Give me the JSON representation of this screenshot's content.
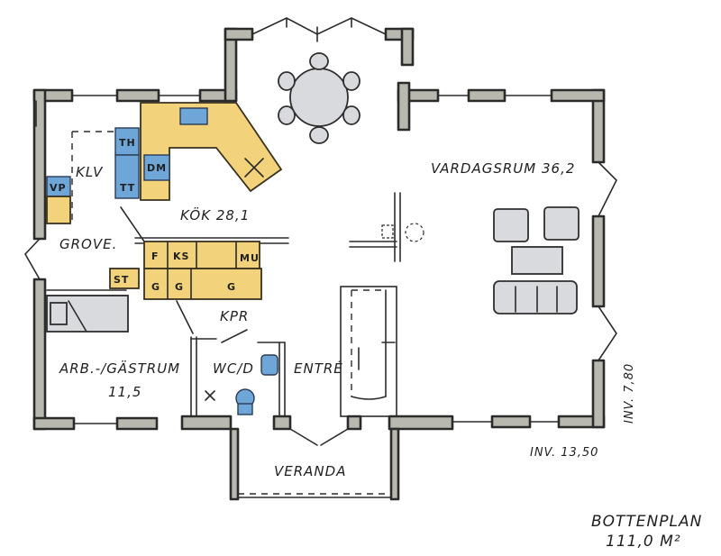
{
  "rooms": {
    "vardagsrum": "VARDAGSRUM 36,2",
    "kok": "KÖK 28,1",
    "arbgast_line1": "ARB.-/GÄSTRUM",
    "arbgast_line2": "11,5",
    "grovent": "GROVE.",
    "klv": "KLV",
    "wcd": "WC/D",
    "entre": "ENTRÉ",
    "veranda": "VERANDA",
    "kpr": "KPR"
  },
  "fixtures": {
    "th": "TH",
    "dm": "DM",
    "tt": "TT",
    "vp": "VP",
    "g": "G",
    "f": "F",
    "ks": "KS",
    "mu": "MU",
    "st": "ST"
  },
  "dimensions": {
    "width": "INV. 13,50",
    "depth": "INV. 7,80"
  },
  "title": {
    "line1": "BOTTENPLAN",
    "line2": "111,0 M²"
  },
  "colors": {
    "wall": "#b8b8ae",
    "cabinet": "#f2d27a",
    "appliance": "#6fa6d8",
    "furniture": "#d9dade"
  }
}
